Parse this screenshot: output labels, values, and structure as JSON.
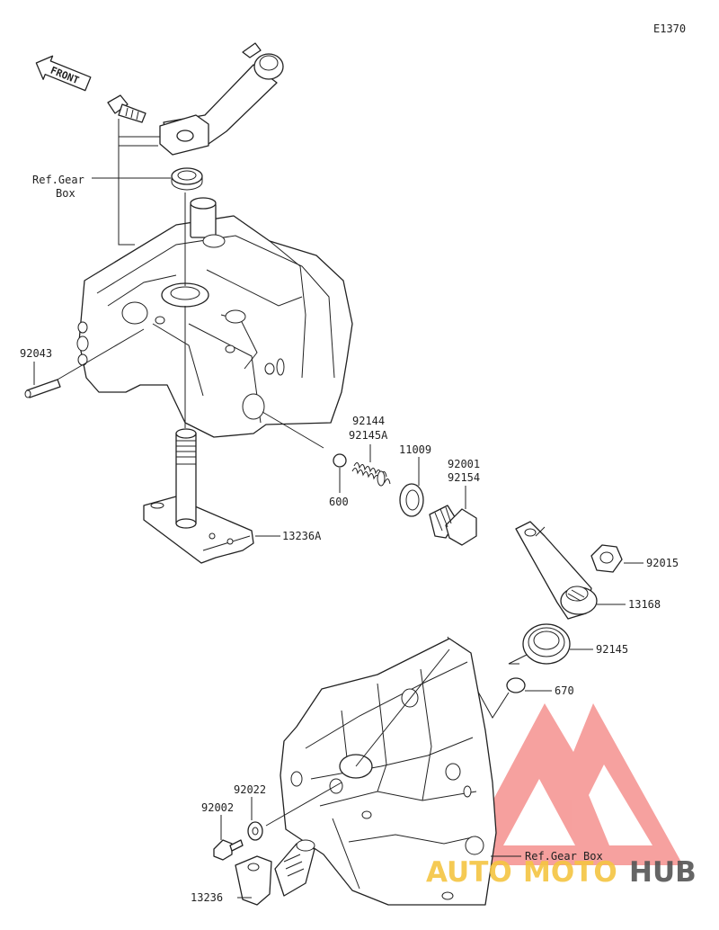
{
  "diagram": {
    "code": "E1370",
    "front_label": "FRONT",
    "watermark": {
      "part1": "AUTO",
      "part2": "MOTO",
      "part3": "HUB",
      "colors": {
        "part1": "#f5c542",
        "part2": "#f5c542",
        "part3": "#555555",
        "logo": "#ef5350"
      }
    },
    "callouts": [
      {
        "id": "ref-gear-box-top",
        "lines": [
          "Ref.Gear",
          "Box"
        ]
      },
      {
        "id": "92043",
        "lines": [
          "92043"
        ]
      },
      {
        "id": "92144-92145A",
        "lines": [
          "92144",
          "92145A"
        ]
      },
      {
        "id": "600",
        "lines": [
          "600"
        ]
      },
      {
        "id": "11009",
        "lines": [
          "11009"
        ]
      },
      {
        "id": "92001-92154",
        "lines": [
          "92001",
          "92154"
        ]
      },
      {
        "id": "13236A",
        "lines": [
          "13236A"
        ]
      },
      {
        "id": "92015",
        "lines": [
          "92015"
        ]
      },
      {
        "id": "13168",
        "lines": [
          "13168"
        ]
      },
      {
        "id": "92145",
        "lines": [
          "92145"
        ]
      },
      {
        "id": "670",
        "lines": [
          "670"
        ]
      },
      {
        "id": "92022",
        "lines": [
          "92022"
        ]
      },
      {
        "id": "92002",
        "lines": [
          "92002"
        ]
      },
      {
        "id": "13236",
        "lines": [
          "13236"
        ]
      },
      {
        "id": "ref-gear-box-bottom",
        "lines": [
          "Ref.Gear Box"
        ]
      }
    ]
  }
}
